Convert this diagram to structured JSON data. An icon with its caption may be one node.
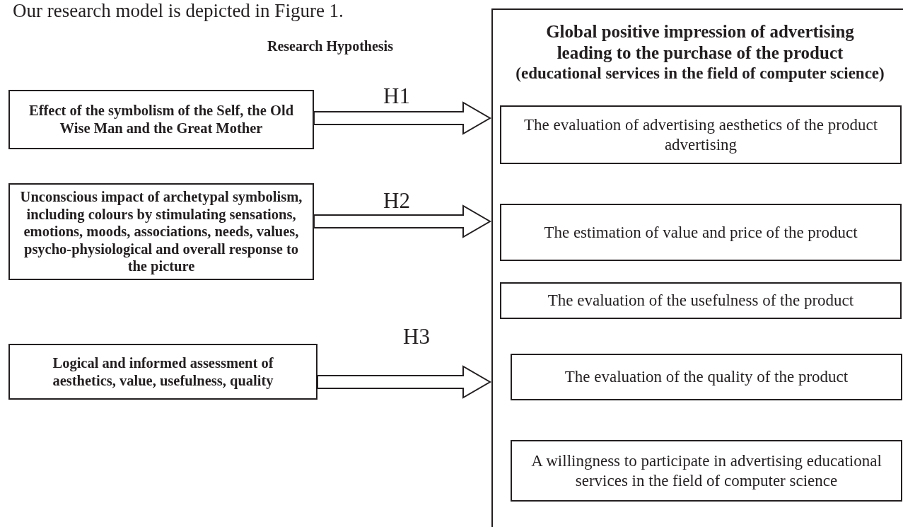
{
  "diagram": {
    "nodes": [
      {
        "text": [
          "Effect of the symbolism of the Self, the Old Wise Man and the Great Mother"
        ]
      },
      {
        "text": [
          "Unconscious impact of archetypal symbolism, including colours by stimulating sensations, emotions, moods, associations, needs, values, psycho-physiological and overall response to the picture"
        ]
      },
      {
        "text": [
          "Logical and informed assessment of aesthetics, value, usefulness, quality"
        ]
      },
      {
        "text": [
          "Global positive impression of advertising leading to the purchase of the product",
          "(educational services in the field of computer science)"
        ]
      },
      {
        "text": [
          "The evaluation of advertising aesthetics of the product advertising"
        ],
        "in": 3
      },
      {
        "text": [
          "The estimation of value and price of the product"
        ],
        "in": 3
      },
      {
        "text": [
          "The evaluation of the usefulness of the product"
        ],
        "in": 3
      },
      {
        "text": [
          "The evaluation of the quality of the product"
        ],
        "in": 3
      },
      {
        "text": [
          "A willingness to participate in advertising educational services in the field of computer science"
        ],
        "in": 3
      }
    ],
    "edges": [
      {
        "from": 0,
        "to": 3,
        "arrow": "to",
        "label": "H1",
        "style": "thick"
      },
      {
        "from": 1,
        "to": 3,
        "arrow": "to",
        "label": "H2",
        "style": "thick"
      },
      {
        "from": 2,
        "to": 3,
        "arrow": "to",
        "label": "H3",
        "style": "thick"
      }
    ],
    "labels": [
      "Our research model is depicted in Figure 1.",
      "Research Hypothesis"
    ]
  }
}
